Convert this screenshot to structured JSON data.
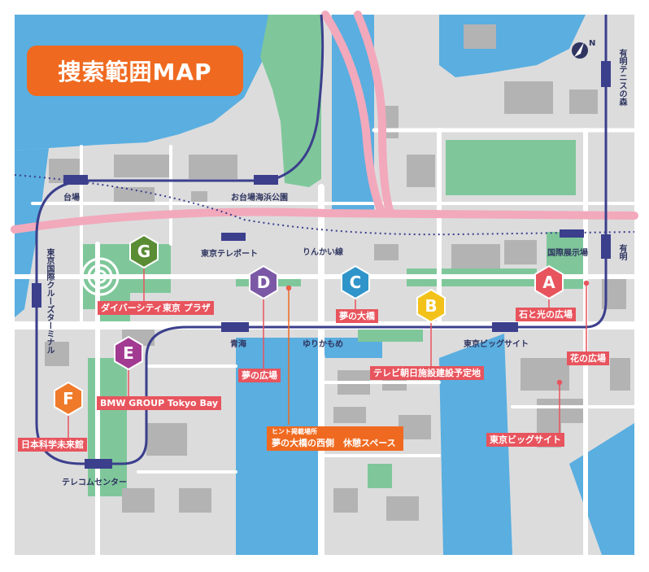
{
  "title": "捜索範囲MAP",
  "compass": {
    "letter": "N"
  },
  "lines": {
    "rinkai": "りんかい線",
    "yurikamome": "ゆりかもめ"
  },
  "stations": {
    "daiba": "台場",
    "odaiba_kaihin_koen": "お台場海浜公園",
    "tokyo_teleport": "東京テレポート",
    "aomi": "青海",
    "tokyo_big_sight": "東京ビッグサイト",
    "kokusai_tenjijo": "国際展示場",
    "ariake": "有明",
    "ariake_tennis": "有明テニスの森",
    "cruise_terminal": "東京国際クルーズターミナル",
    "telecom_center": "テレコムセンター"
  },
  "markers": [
    {
      "letter": "A",
      "color": "#e8545d",
      "label": "石と光の広場"
    },
    {
      "letter": "B",
      "color": "#f2c21a",
      "label": "テレビ朝日施設建設予定地"
    },
    {
      "letter": "C",
      "color": "#2f94c9",
      "label": "夢の大橋"
    },
    {
      "letter": "D",
      "color": "#7b58a6",
      "label": "夢の広場"
    },
    {
      "letter": "E",
      "color": "#a23a92",
      "label": "BMW GROUP Tokyo Bay"
    },
    {
      "letter": "F",
      "color": "#ef7a2a",
      "label": "日本科学未来館"
    },
    {
      "letter": "G",
      "color": "#5a8c34",
      "label": "ダイバーシティ東京 プラザ"
    }
  ],
  "other_labels": {
    "hana_no_hiroba": "花の広場",
    "big_sight_building": "東京ビッグサイト"
  },
  "hint": {
    "small": "ヒント掲載場所",
    "main": "夢の大橋の西側　休憩スペース"
  },
  "colors": {
    "water": "#5aaee0",
    "land": "#dcdcdd",
    "building": "#b3b3b4",
    "park": "#7fc79a",
    "expressway": "#f2a9bb",
    "yurikamome_line": "#3b3f8c",
    "title_bg": "#ef6a20",
    "label_bg": "#e8545d"
  }
}
